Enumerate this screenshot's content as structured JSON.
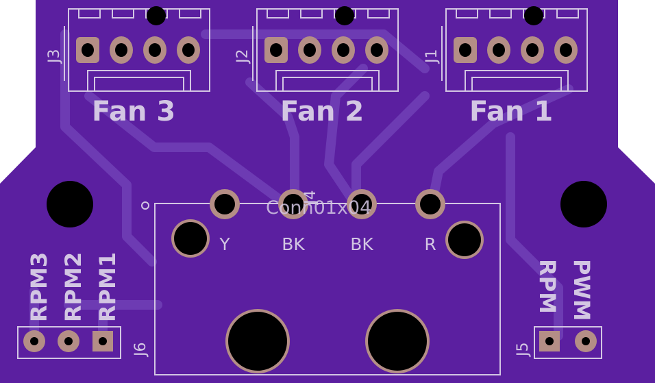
{
  "colors": {
    "board": "#5b1fa0",
    "trace": "#6d3bb3",
    "silk": "#d3c6e3",
    "pad": "#b48e86",
    "hole": "#000000"
  },
  "fan_headers": [
    {
      "ref": "J3",
      "label": "Fan 3"
    },
    {
      "ref": "J2",
      "label": "Fan 2"
    },
    {
      "ref": "J1",
      "label": "Fan 1"
    }
  ],
  "molex": {
    "ref": "J4",
    "value_text": "Conn01x04",
    "pins": [
      "Y",
      "BK",
      "BK",
      "R"
    ]
  },
  "rpm_header": {
    "ref": "J6",
    "labels": [
      "RPM3",
      "RPM2",
      "RPM1"
    ]
  },
  "pwm_header": {
    "ref": "J5",
    "labels": [
      "RPM",
      "PWM"
    ]
  }
}
